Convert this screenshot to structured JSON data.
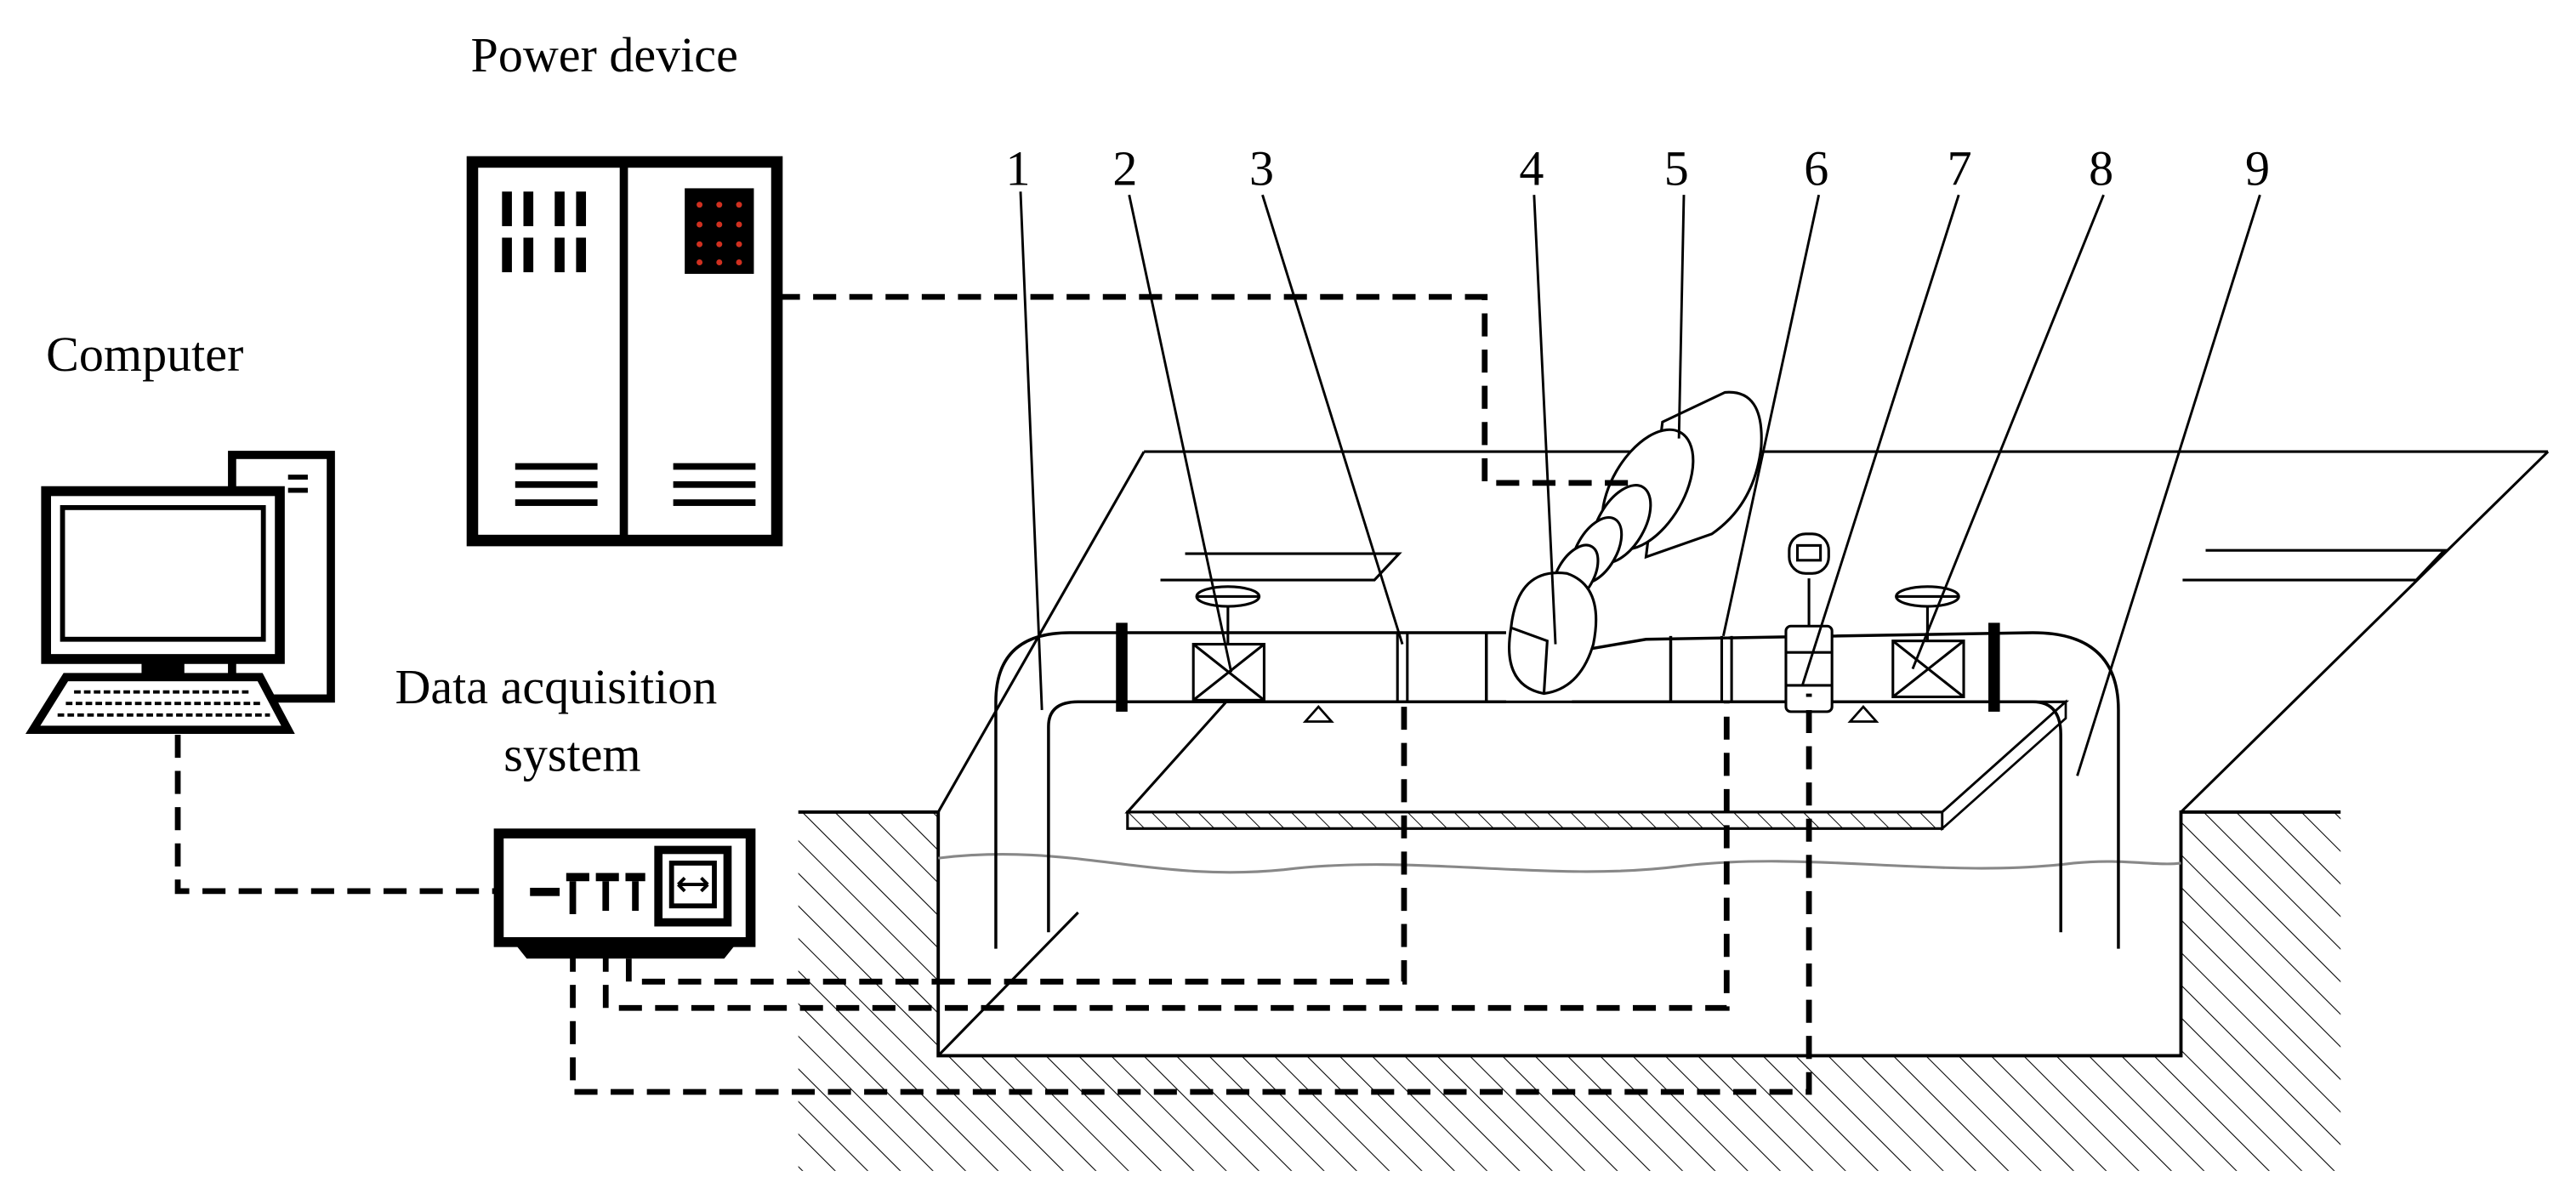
{
  "labels": {
    "power_device": "Power device",
    "computer": "Computer",
    "daq_line1": "Data acquisition",
    "daq_line2": "system"
  },
  "callouts": [
    "1",
    "2",
    "3",
    "4",
    "5",
    "6",
    "7",
    "8",
    "9"
  ],
  "colors": {
    "line": "#000000",
    "water": "#888888",
    "led": "#d03020"
  }
}
